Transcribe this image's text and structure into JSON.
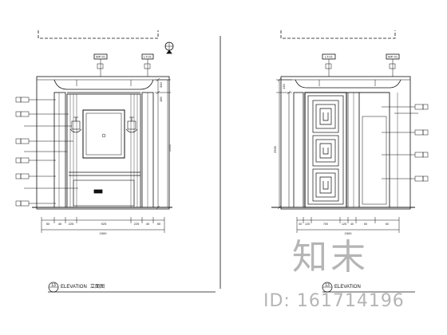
{
  "left_elevation": {
    "number": "13",
    "title_en": "ELEVATION",
    "title_cn": "立面图",
    "top_tags": [
      "WP-01",
      "LT-01"
    ],
    "height_dims": [
      "300",
      "185",
      "2565"
    ],
    "bottom_dims": [
      "50",
      "40",
      "225",
      "925",
      "225",
      "40",
      "50"
    ],
    "overall_width": "1500"
  },
  "right_elevation": {
    "number": "13",
    "title_en": "ELEVATION",
    "top_tags": [
      "LT-01",
      "WP-01"
    ],
    "height_dims": [
      "130",
      "2565"
    ],
    "bottom_dims": [
      "40",
      "125",
      "700",
      "125",
      "40",
      "60",
      "60"
    ],
    "overall_width": "1500"
  },
  "watermark": {
    "logo_text": "知末",
    "id_text": "ID: 161714196"
  }
}
